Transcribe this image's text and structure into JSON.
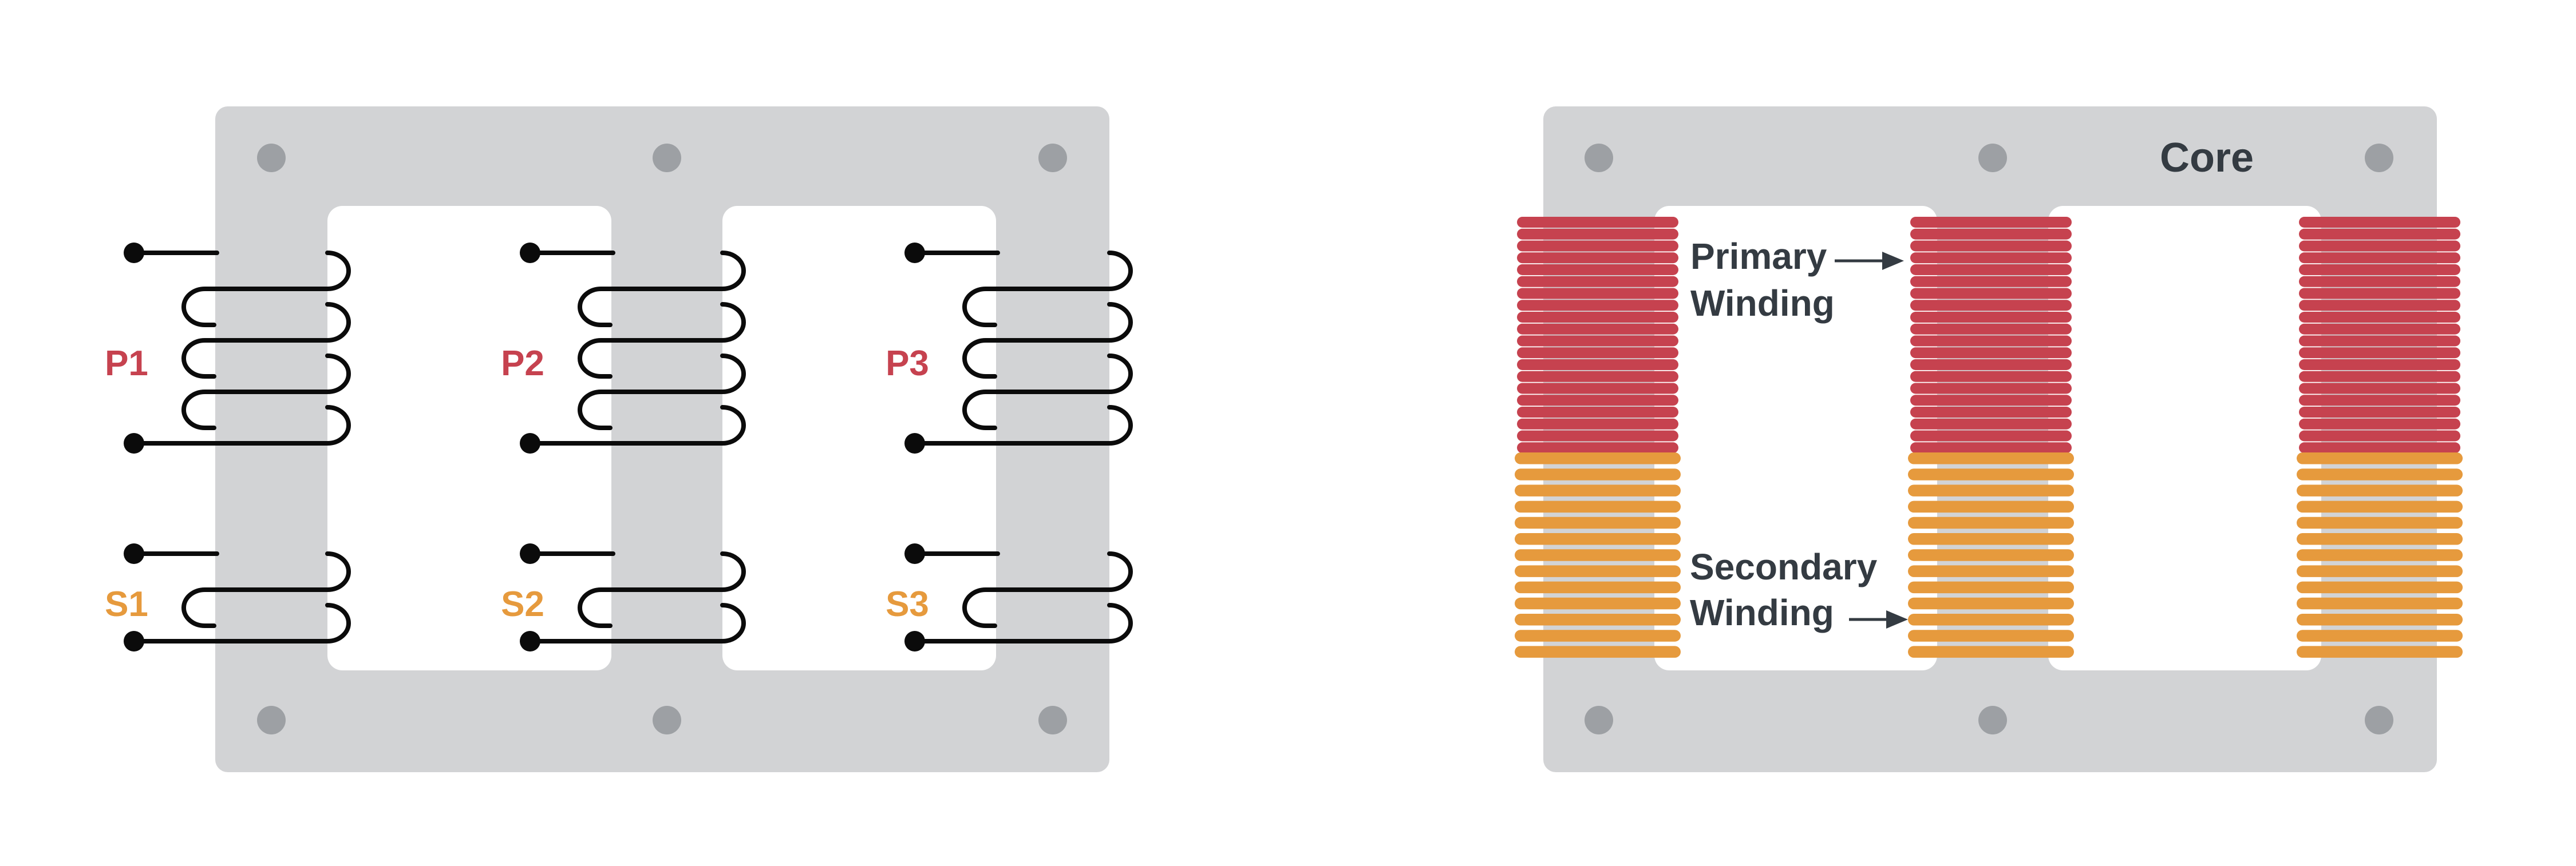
{
  "colors": {
    "background": "#ffffff",
    "core": "#d2d3d5",
    "bolt": "#9da0a4",
    "wire": "#0b0b0b",
    "primary": "#c6424f",
    "secondary": "#e69a3d",
    "annotation": "#343b42"
  },
  "left_diagram": {
    "windings": [
      {
        "primary_label": "P1",
        "secondary_label": "S1"
      },
      {
        "primary_label": "P2",
        "secondary_label": "S2"
      },
      {
        "primary_label": "P3",
        "secondary_label": "S3"
      }
    ],
    "primary_turns_per_coil": 4,
    "secondary_turns_per_coil": 2
  },
  "right_diagram": {
    "core_label": "Core",
    "primary_winding_label": {
      "line1": "Primary",
      "line2": "Winding"
    },
    "secondary_winding_label": {
      "line1": "Secondary",
      "line2": "Winding"
    },
    "legs": 3,
    "primary_bars_per_leg": 20,
    "secondary_bars_per_leg": 13
  }
}
